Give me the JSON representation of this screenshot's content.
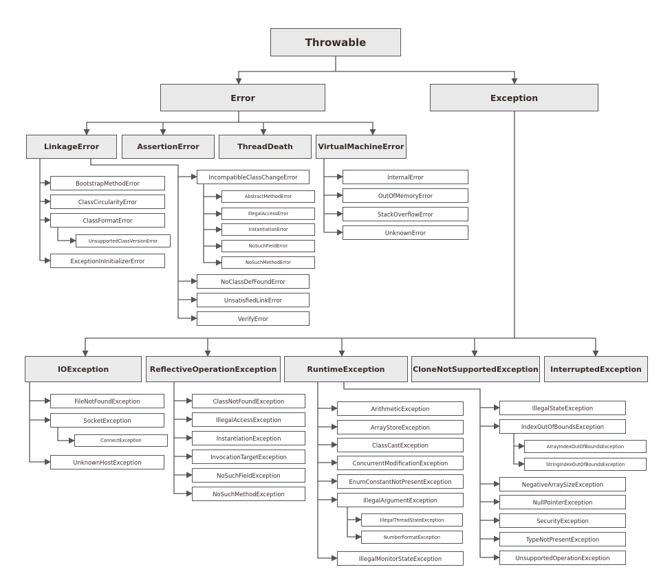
{
  "diagram": {
    "accent_line_color": "#555555",
    "box_fill_color": "#e9e9e9",
    "nodes": {
      "throwable": "Throwable",
      "error": "Error",
      "exception": "Exception",
      "linkage_error": "LinkageError",
      "assertion_error": "AssertionError",
      "thread_death": "ThreadDeath",
      "virtual_machine_error": "VirtualMachineError",
      "bootstrap_method_error": "BootstrapMethodError",
      "class_circularity_error": "ClassCircularityError",
      "class_format_error": "ClassFormatError",
      "unsupported_class_version_error": "UnsupportedClassVersionError",
      "exception_in_initializer_error": "ExceptionInInitializerError",
      "incompatible_class_change_error": "IncompatibleClassChangeError",
      "abstract_method_error": "AbstractMethodError",
      "illegal_access_error": "IllegalAccessError",
      "instantiation_error": "InstantiationError",
      "no_such_field_error": "NoSuchFieldError",
      "no_such_method_error": "NoSuchMethodError",
      "no_class_def_found_error": "NoClassDefFoundError",
      "unsatisfied_link_error": "UnsatisfiedLinkError",
      "verify_error": "VerifyError",
      "internal_error": "InternalError",
      "out_of_memory_error": "OutOfMemoryError",
      "stack_overflow_error": "StackOverflowError",
      "unknown_error": "UnknownError",
      "io_exception": "IOException",
      "reflective_operation_exception": "ReflectiveOperationException",
      "runtime_exception": "RuntimeException",
      "clone_not_supported_exception": "CloneNotSupportedException",
      "interrupted_exception": "InterruptedException",
      "file_not_found_exception": "FileNotFoundException",
      "socket_exception": "SocketException",
      "connect_exception": "ConnectException",
      "unknown_host_exception": "UnknownHostException",
      "class_not_found_exception": "ClassNotFoundException",
      "illegal_access_exception": "IllegalAccessException",
      "instantiation_exception": "InstantiationException",
      "invocation_target_exception": "InvocationTargetException",
      "no_such_field_exception": "NoSuchFieldException",
      "no_such_method_exception": "NoSuchMethodException",
      "arithmetic_exception": "ArithmeticException",
      "array_store_exception": "ArrayStoreException",
      "class_cast_exception": "ClassCastException",
      "concurrent_modification_exception": "ConcurrentModificationException",
      "enum_constant_not_present_exception": "EnumConstantNotPresentException",
      "illegal_argument_exception": "IllegalArgumentException",
      "illegal_thread_state_exception": "IllegalThreadStateException",
      "number_format_exception": "NumberFormatException",
      "illegal_monitor_state_exception": "IllegalMonitorStateException",
      "illegal_state_exception": "IllegalStateException",
      "index_out_of_bounds_exception": "IndexOutOfBoundsException",
      "array_index_out_of_bounds_exception": "ArrayIndexOutOfBoundsException",
      "string_index_out_of_bounds_exception": "StringIndexOutOfBoundsException",
      "negative_array_size_exception": "NegativeArraySizeException",
      "null_pointer_exception": "NullPointerException",
      "security_exception": "SecurityException",
      "type_not_present_exception": "TypeNotPresentException",
      "unsupported_operation_exception": "UnsupportedOperationException"
    }
  }
}
